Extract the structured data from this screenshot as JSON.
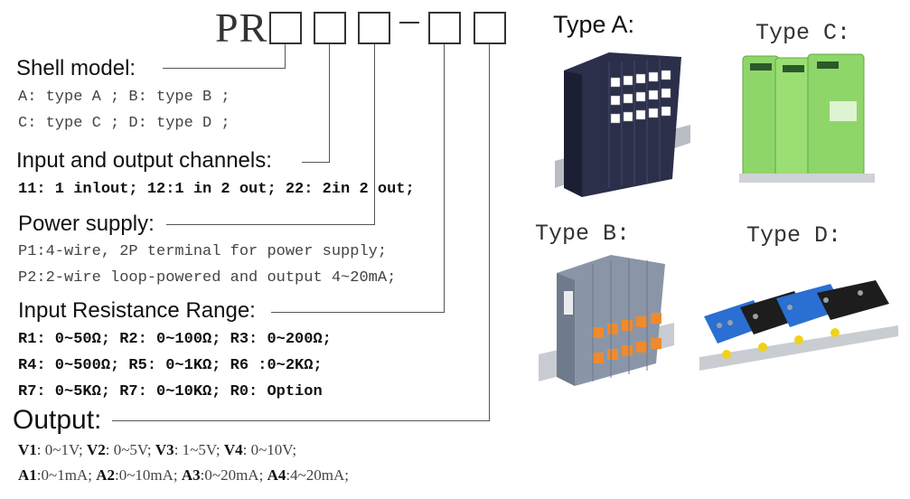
{
  "code": {
    "prefix": "PR",
    "separator": "-"
  },
  "shell": {
    "heading": "Shell model:",
    "line1": "A: type A ; B: type B ;",
    "line2": "C: type C ; D: type D ;"
  },
  "channels": {
    "heading": "Input and output channels:",
    "line1": "11: 1 inlout; 12:1 in 2 out; 22: 2in 2 out;"
  },
  "power": {
    "heading": "Power supply:",
    "line1": "P1:4-wire, 2P terminal for power supply;",
    "line2": "P2:2-wire loop-powered and output 4~20mA;"
  },
  "resistance": {
    "heading": "Input Resistance Range:",
    "line1": "R1: 0~50Ω; R2: 0~100Ω; R3: 0~200Ω;",
    "line2": "R4: 0~500Ω; R5: 0~1KΩ; R6 :0~2KΩ;",
    "line3": "R7: 0~5KΩ; R7: 0~10KΩ; R0: Option"
  },
  "output": {
    "heading": "Output:",
    "v1": "V1",
    "v1_val": ": 0~1V; ",
    "v2": "V2",
    "v2_val": ": 0~5V; ",
    "v3": "V3",
    "v3_val": ": 1~5V; ",
    "v4": "V4",
    "v4_val": ": 0~10V;",
    "a1": "A1",
    "a1_val": ":0~1mA; ",
    "a2": "A2",
    "a2_val": ":0~10mA; ",
    "a3": "A3",
    "a3_val": ":0~20mA; ",
    "a4": "A4",
    "a4_val": ":4~20mA;"
  },
  "types": {
    "a": "Type A:",
    "b": "Type B:",
    "c": "Type C:",
    "d": "Type D:"
  },
  "colors": {
    "type_c_green": "#8fd66a",
    "type_d_blue": "#2a6fd1",
    "type_a_navy": "#2b2f4a",
    "terminal_orange": "#f08a2c"
  }
}
